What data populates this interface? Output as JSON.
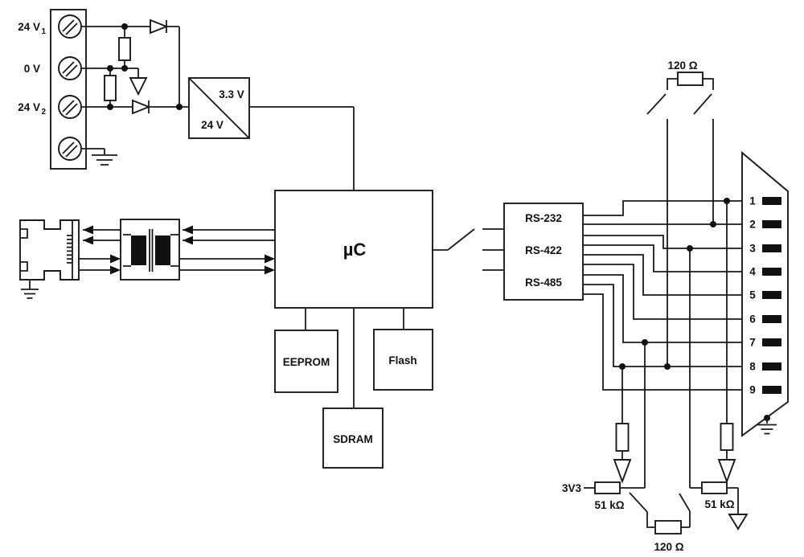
{
  "diagram": {
    "power": {
      "terminals": [
        {
          "base": "24 V",
          "sub": "1"
        },
        {
          "base": "0 V",
          "sub": ""
        },
        {
          "base": "24 V",
          "sub": "2"
        }
      ],
      "converter_output": "3.3 V",
      "converter_input": "24 V"
    },
    "mcu_label": "µC",
    "memory": {
      "eeprom": "EEPROM",
      "flash": "Flash",
      "sdram": "SDRAM"
    },
    "serial_modes": {
      "rs232": "RS-232",
      "rs422": "RS-422",
      "rs485": "RS-485"
    },
    "connector_pins": [
      "1",
      "2",
      "3",
      "4",
      "5",
      "6",
      "7",
      "8",
      "9"
    ],
    "termination": {
      "top_resistor": "120 Ω",
      "bottom_resistor": "120 Ω",
      "left_bias_resistor": "51 kΩ",
      "right_bias_resistor": "51 kΩ",
      "supply": "3V3"
    }
  }
}
